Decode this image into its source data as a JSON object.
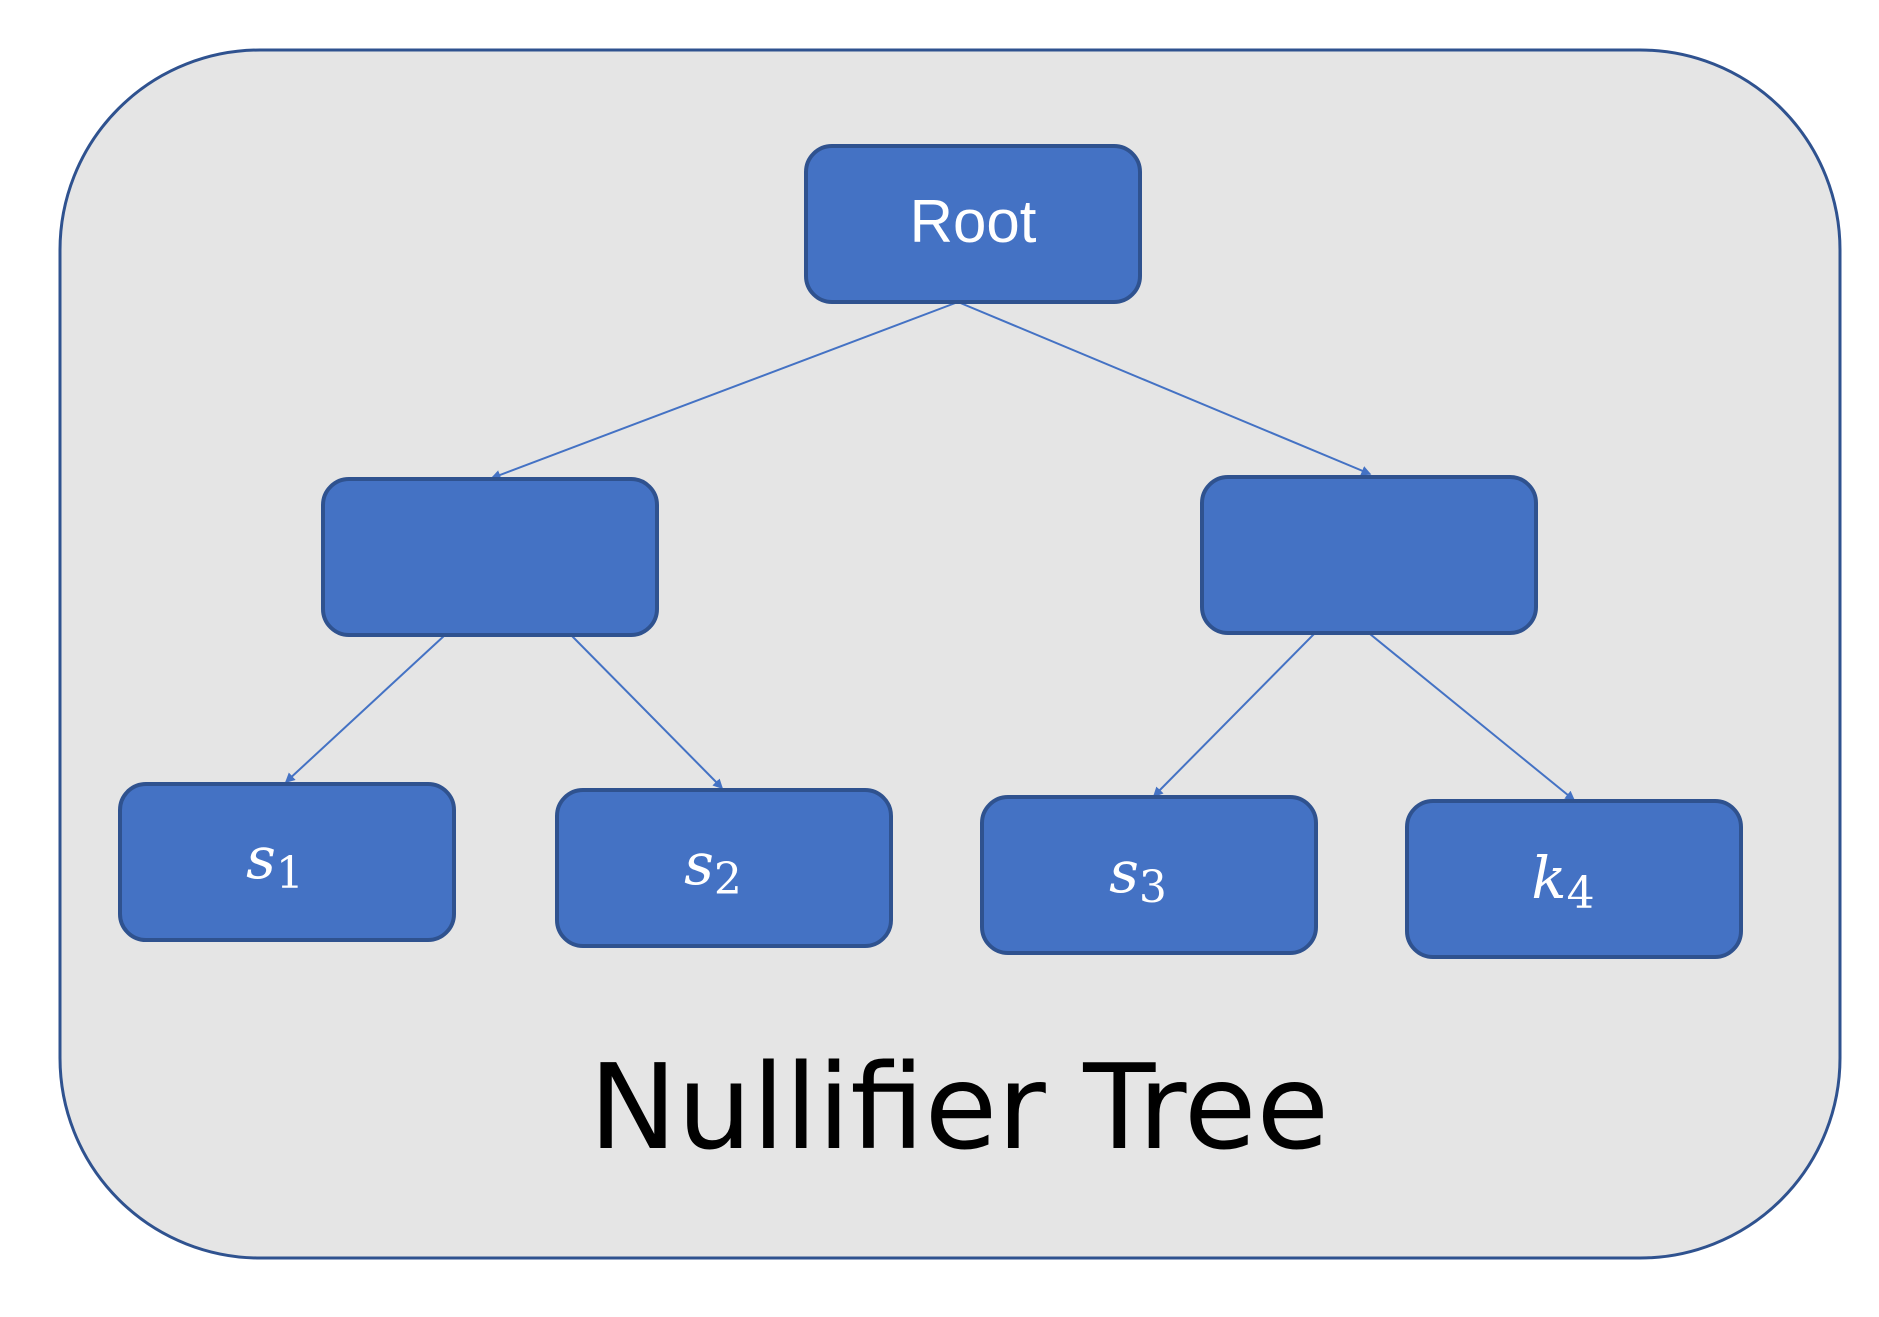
{
  "diagram": {
    "caption": "Nullifier Tree",
    "colors": {
      "panel_fill": "#E5E5E5",
      "panel_stroke": "#2F528F",
      "node_fill": "#4472C4",
      "node_stroke": "#2F528F",
      "edge_stroke": "#4472C4",
      "text": "#FFFFFF"
    },
    "root": {
      "label": "Root"
    },
    "leaves": [
      {
        "symbol": "s",
        "subscript": "1"
      },
      {
        "symbol": "s",
        "subscript": "2"
      },
      {
        "symbol": "s",
        "subscript": "3"
      },
      {
        "symbol": "k",
        "subscript": "4"
      }
    ]
  }
}
